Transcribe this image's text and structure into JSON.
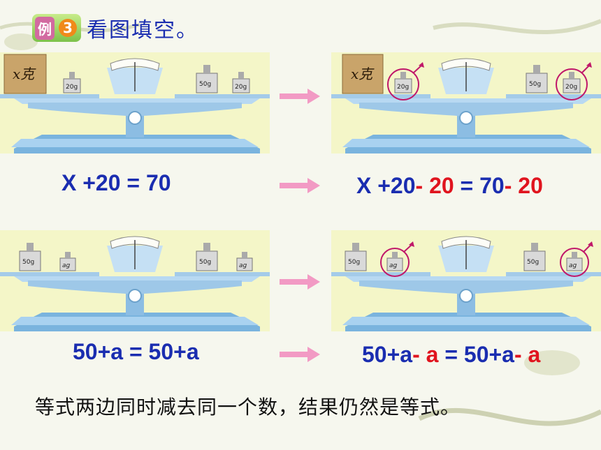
{
  "title": {
    "badge_char": "例",
    "badge_number": "3",
    "text": "看图填空。"
  },
  "scales": {
    "row1_left": {
      "box_label": "x克",
      "weights": [
        "20g",
        "50g",
        "20g"
      ]
    },
    "row1_right": {
      "box_label": "x克",
      "weights": [
        "20g",
        "50g",
        "20g"
      ]
    },
    "row2_left": {
      "weights": [
        "50g",
        "ag",
        "50g",
        "ag"
      ]
    },
    "row2_right": {
      "weights": [
        "50g",
        "ag",
        "50g",
        "ag"
      ]
    }
  },
  "equations": {
    "eq1_left": "X +20 = 70",
    "eq1_right_part1": "X +20",
    "eq1_right_minus1": "- 20",
    "eq1_right_part2": "= 70",
    "eq1_right_minus2": "- 20",
    "eq2_left": "50+a = 50+a",
    "eq2_right_part1": "50+a",
    "eq2_right_minus1": "- a",
    "eq2_right_part2": "= 50+a",
    "eq2_right_minus2": "- a"
  },
  "conclusion": "等式两边同时减去同一个数，结果仍然是等式。",
  "colors": {
    "equation_blue": "#1a2db0",
    "subtract_red": "#e0141e",
    "arrow_pink": "#f29ac4",
    "circle_magenta": "#c0186a",
    "panel_bg": "#f4f6c8",
    "scale_blue": "#9ec8e8"
  }
}
